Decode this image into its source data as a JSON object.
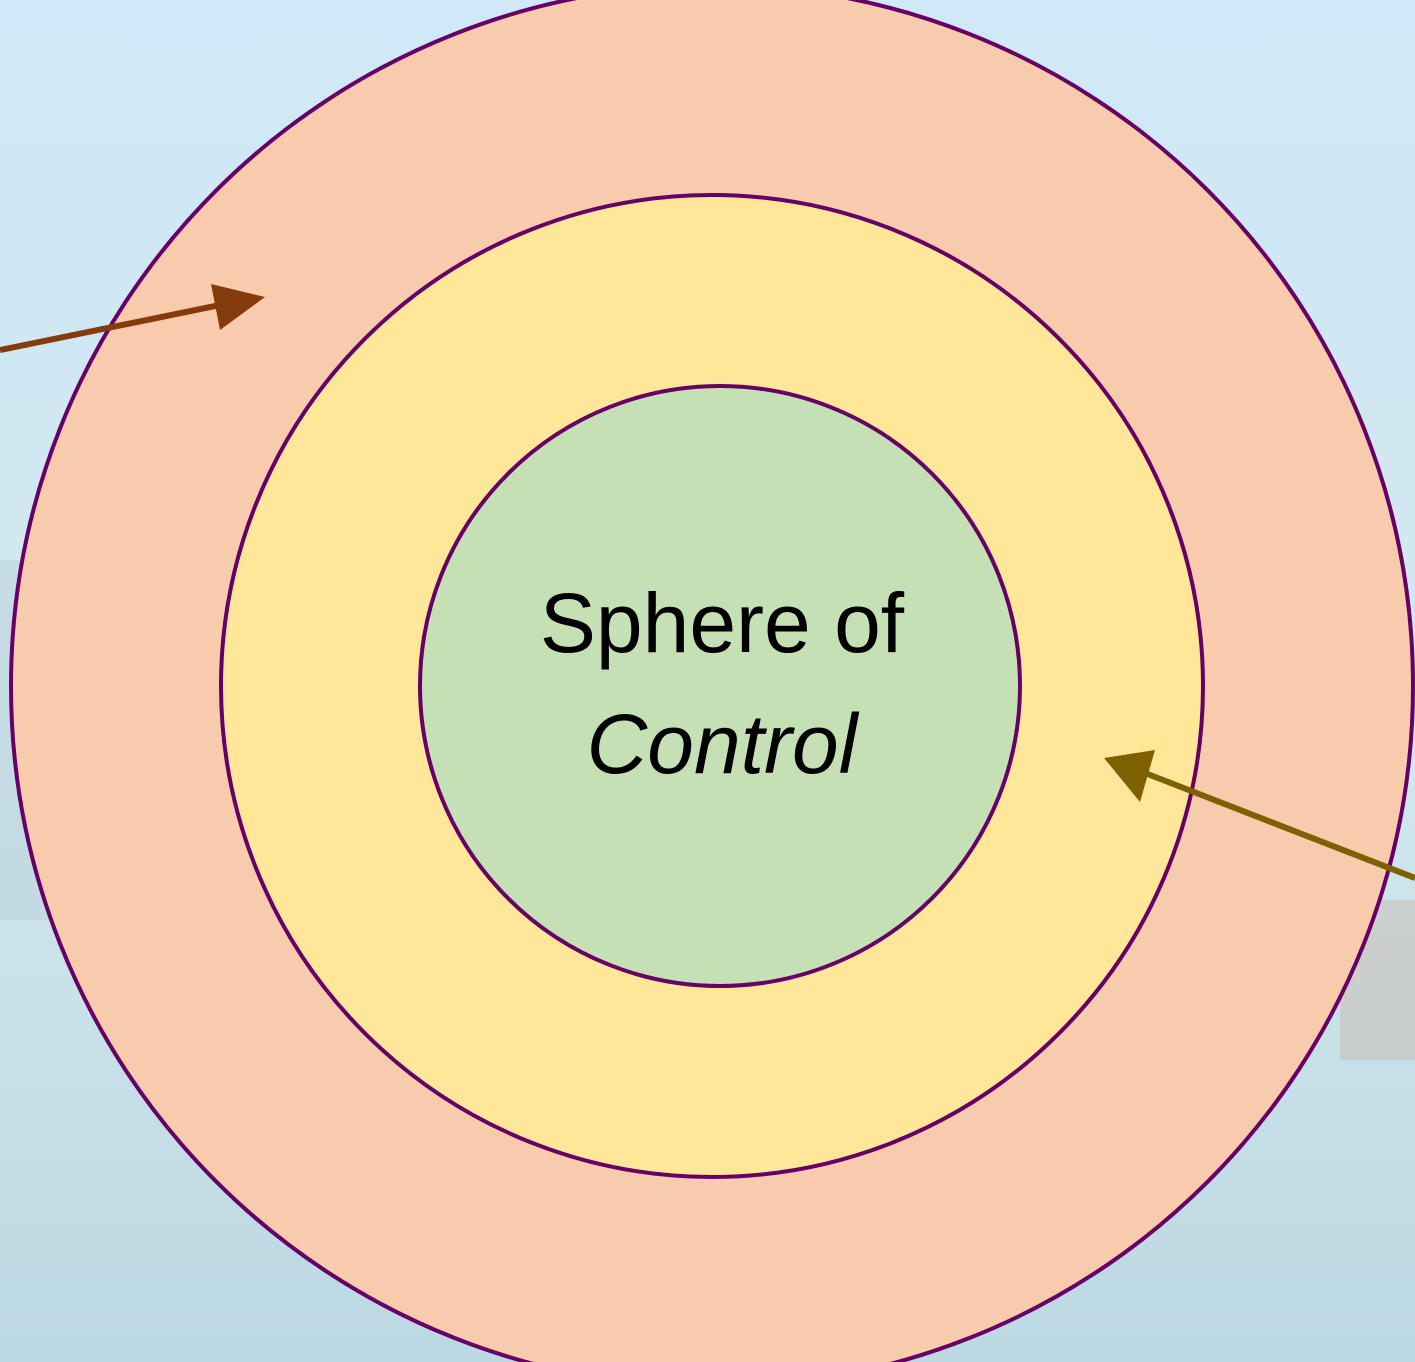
{
  "diagram": {
    "center_label": {
      "line1": "Sphere of",
      "line2": "Control"
    },
    "rings": [
      {
        "name": "outer-ring",
        "fill": "#f8cbad"
      },
      {
        "name": "middle-ring",
        "fill": "#ffe699"
      },
      {
        "name": "inner-circle",
        "fill": "#c5e0b4"
      }
    ],
    "ring_stroke": "#660066",
    "arrows": [
      {
        "name": "outer-arrow",
        "color": "#843c0c"
      },
      {
        "name": "middle-arrow",
        "color": "#7f6000"
      }
    ]
  },
  "colors": {
    "sky_top": "#cfe9f8",
    "sky_bottom": "#bcd8e2"
  }
}
